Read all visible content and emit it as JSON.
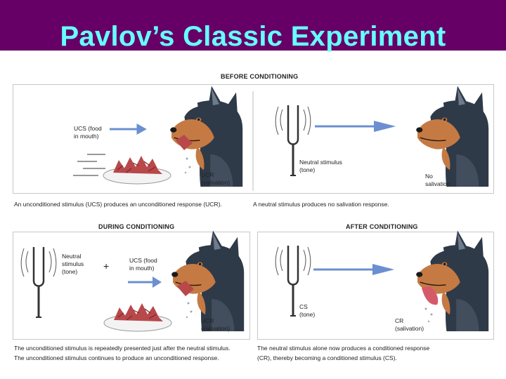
{
  "title": "Pavlov’s Classic Experiment",
  "panels": {
    "before": {
      "heading": "BEFORE CONDITIONING",
      "left": {
        "ucs_label": "UCS (food\nin mouth)",
        "ucr_label": "UCR\n(salivation)",
        "caption": "An unconditioned stimulus (UCS) produces an unconditioned response (UCR)."
      },
      "right": {
        "stimulus_label": "Neutral stimulus\n(tone)",
        "response_label": "No\nsalivation",
        "caption": "A neutral stimulus produces no salivation response."
      }
    },
    "during": {
      "heading": "DURING CONDITIONING",
      "neutral_label": "Neutral\nstimulus\n(tone)",
      "plus": "+",
      "ucs_label": "UCS (food\nin mouth)",
      "ucr_label": "UCR\n(salivation)",
      "caption_line1": "The unconditioned stimulus is repeatedly presented just after the neutral stimulus.",
      "caption_line2": "The unconditioned stimulus continues to produce an unconditioned response."
    },
    "after": {
      "heading": "AFTER CONDITIONING",
      "cs_label": "CS\n(tone)",
      "cr_label": "CR\n(salivation)",
      "caption_line1": "The neutral stimulus alone now produces a conditioned response",
      "caption_line2": "(CR), thereby becoming a conditioned stimulus (CS)."
    }
  },
  "colors": {
    "title_bar": "#660066",
    "title_text": "#66ffff",
    "arrow": "#6b8fd0",
    "dog_dark": "#2f3a48",
    "dog_tan": "#c57a44",
    "food": "#b8484a",
    "tongue": "#d45a6a"
  },
  "icons": [
    "dog-head-icon",
    "tuning-fork-icon",
    "arrow-icon",
    "food-plate-icon"
  ]
}
